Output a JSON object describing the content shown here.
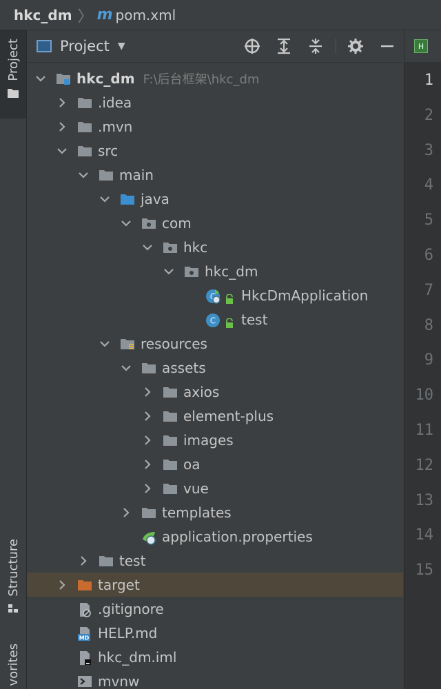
{
  "breadcrumb": {
    "project": "hkc_dm",
    "maven_letter": "m",
    "file": "pom.xml"
  },
  "left_strip": {
    "project_tab": "Project",
    "structure_tab": "Structure",
    "favorites_tab": "vorites"
  },
  "panel": {
    "title": "Project",
    "buttons": [
      "locate-icon",
      "expand-all-icon",
      "collapse-all-icon",
      "gear-icon",
      "hide-icon"
    ]
  },
  "tree": [
    {
      "label": "hkc_dm",
      "hint": "F:\\后台框架\\hkc_dm",
      "depth": 0,
      "expander": "open",
      "icon": "module-folder",
      "bold": true
    },
    {
      "label": ".idea",
      "depth": 1,
      "expander": "closed",
      "icon": "folder"
    },
    {
      "label": ".mvn",
      "depth": 1,
      "expander": "closed",
      "icon": "folder"
    },
    {
      "label": "src",
      "depth": 1,
      "expander": "open",
      "icon": "folder"
    },
    {
      "label": "main",
      "depth": 2,
      "expander": "open",
      "icon": "folder"
    },
    {
      "label": "java",
      "depth": 3,
      "expander": "open",
      "icon": "source-folder"
    },
    {
      "label": "com",
      "depth": 4,
      "expander": "open",
      "icon": "package"
    },
    {
      "label": "hkc",
      "depth": 5,
      "expander": "open",
      "icon": "package"
    },
    {
      "label": "hkc_dm",
      "depth": 6,
      "expander": "open",
      "icon": "package"
    },
    {
      "label": "HkcDmApplication",
      "depth": 7,
      "expander": "none",
      "icon": "spring-class"
    },
    {
      "label": "test",
      "depth": 7,
      "expander": "none",
      "icon": "class"
    },
    {
      "label": "resources",
      "depth": 3,
      "expander": "open",
      "icon": "resources-folder"
    },
    {
      "label": "assets",
      "depth": 4,
      "expander": "open",
      "icon": "folder"
    },
    {
      "label": "axios",
      "depth": 5,
      "expander": "closed",
      "icon": "folder"
    },
    {
      "label": "element-plus",
      "depth": 5,
      "expander": "closed",
      "icon": "folder"
    },
    {
      "label": "images",
      "depth": 5,
      "expander": "closed",
      "icon": "folder"
    },
    {
      "label": "oa",
      "depth": 5,
      "expander": "closed",
      "icon": "folder"
    },
    {
      "label": "vue",
      "depth": 5,
      "expander": "closed",
      "icon": "folder"
    },
    {
      "label": "templates",
      "depth": 4,
      "expander": "closed",
      "icon": "folder"
    },
    {
      "label": "application.properties",
      "depth": 4,
      "expander": "none",
      "icon": "spring-properties"
    },
    {
      "label": "test",
      "depth": 2,
      "expander": "closed",
      "icon": "folder"
    },
    {
      "label": "target",
      "depth": 1,
      "expander": "closed",
      "icon": "excluded-folder",
      "highlight": true
    },
    {
      "label": ".gitignore",
      "depth": 1,
      "expander": "none",
      "icon": "ignored-file"
    },
    {
      "label": "HELP.md",
      "depth": 1,
      "expander": "none",
      "icon": "markdown-file"
    },
    {
      "label": "hkc_dm.iml",
      "depth": 1,
      "expander": "none",
      "icon": "iml-file"
    },
    {
      "label": "mvnw",
      "depth": 1,
      "expander": "none",
      "icon": "script-file"
    }
  ],
  "editor": {
    "tab_icon_letter": "H",
    "line_numbers": [
      "1",
      "2",
      "3",
      "4",
      "5",
      "6",
      "7",
      "8",
      "9",
      "10",
      "11",
      "12",
      "13",
      "14",
      "15"
    ],
    "current_line": "1"
  },
  "colors": {
    "background": "#3c3f41",
    "folder": "#8d9499",
    "source_folder": "#3b8fd1",
    "excluded_folder": "#c76b2f",
    "highlight_row": "#4f483a"
  }
}
